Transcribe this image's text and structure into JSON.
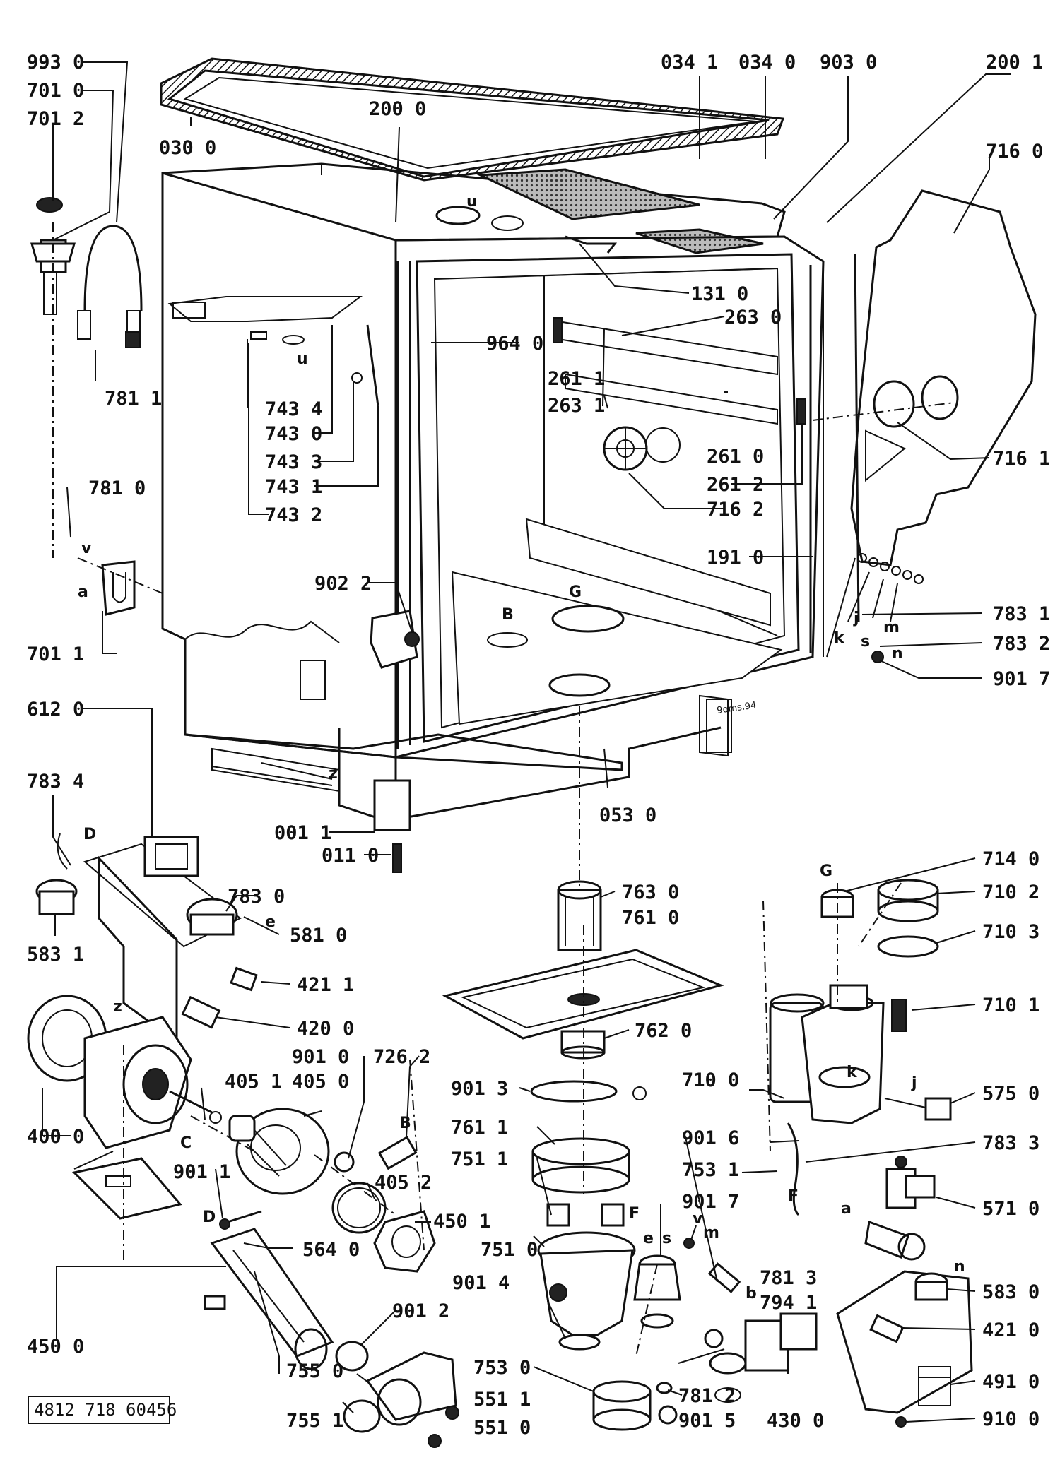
{
  "drawing_code": "4812 718 60456",
  "callouts": {
    "c_993_0": "993 0",
    "c_701_0": "701 0",
    "c_701_2": "701 2",
    "c_030_0": "030 0",
    "c_200_0": "200 0",
    "c_034_1": "034 1",
    "c_034_0": "034 0",
    "c_903_0": "903 0",
    "c_200_1": "200 1",
    "c_716_0": "716 0",
    "c_131_0": "131 0",
    "c_263_0": "263 0",
    "c_964_0": "964 0",
    "c_261_1": "261 1",
    "c_263_1": "263 1",
    "c_781_1": "781 1",
    "c_743_4": "743 4",
    "c_743_0": "743 0",
    "c_743_3": "743 3",
    "c_743_1": "743 1",
    "c_743_2": "743 2",
    "c_781_0": "781 0",
    "c_261_0": "261 0",
    "c_261_2": "261 2",
    "c_716_2": "716 2",
    "c_716_1": "716 1",
    "c_191_0": "191 0",
    "c_902_2": "902 2",
    "c_783_1": "783 1",
    "c_783_2": "783 2",
    "c_901_7a": "901 7",
    "c_701_1": "701 1",
    "c_612_0": "612 0",
    "c_053_0": "053 0",
    "c_001_1": "001 1",
    "c_011_0": "011 0",
    "c_783_4": "783 4",
    "c_783_0": "783 0",
    "c_581_0": "581 0",
    "c_583_1": "583 1",
    "c_421_1": "421 1",
    "c_420_0": "420 0",
    "c_714_0": "714 0",
    "c_710_2": "710 2",
    "c_710_3": "710 3",
    "c_763_0": "763 0",
    "c_761_0": "761 0",
    "c_710_1": "710 1",
    "c_762_0": "762 0",
    "c_901_0": "901 0",
    "c_726_2": "726 2",
    "c_405_1": "405 1",
    "c_405_0": "405 0",
    "c_901_3": "901 3",
    "c_710_0": "710 0",
    "c_575_0": "575 0",
    "c_400_0": "400 0",
    "c_761_1": "761 1",
    "c_901_6": "901 6",
    "c_783_3": "783 3",
    "c_751_1": "751 1",
    "c_753_1": "753 1",
    "c_901_1": "901 1",
    "c_405_2": "405 2",
    "c_901_7b": "901 7",
    "c_571_0": "571 0",
    "c_450_1": "450 1",
    "c_751_0": "751 0",
    "c_564_0": "564 0",
    "c_901_4": "901 4",
    "c_781_3": "781 3",
    "c_901_2": "901 2",
    "c_794_1": "794 1",
    "c_583_0": "583 0",
    "c_450_0": "450 0",
    "c_421_0": "421 0",
    "c_753_0": "753 0",
    "c_755_0": "755 0",
    "c_781_2": "781 2",
    "c_551_1": "551 1",
    "c_491_0": "491 0",
    "c_755_1": "755 1",
    "c_551_0": "551 0",
    "c_901_5": "901 5",
    "c_430_0": "430 0",
    "c_910_0": "910 0"
  },
  "letters": {
    "u1": "u",
    "u2": "u",
    "v1": "v",
    "v2": "v",
    "a1": "a",
    "a2": "a",
    "B1": "B",
    "B2": "B",
    "G1": "G",
    "G2": "G",
    "z1": "z",
    "z2": "z",
    "D1": "D",
    "D2": "D",
    "C": "C",
    "F1": "F",
    "F2": "F",
    "e1": "e",
    "e2": "e",
    "s1": "s",
    "s2": "s",
    "m1": "m",
    "m2": "m",
    "n1": "n",
    "n2": "n",
    "k1": "k",
    "k2": "k",
    "j1": "j",
    "j2": "j",
    "b": "b"
  },
  "handwritten_note": "9oms.94",
  "colors": {
    "ink": "#111111",
    "paper": "#ffffff"
  }
}
